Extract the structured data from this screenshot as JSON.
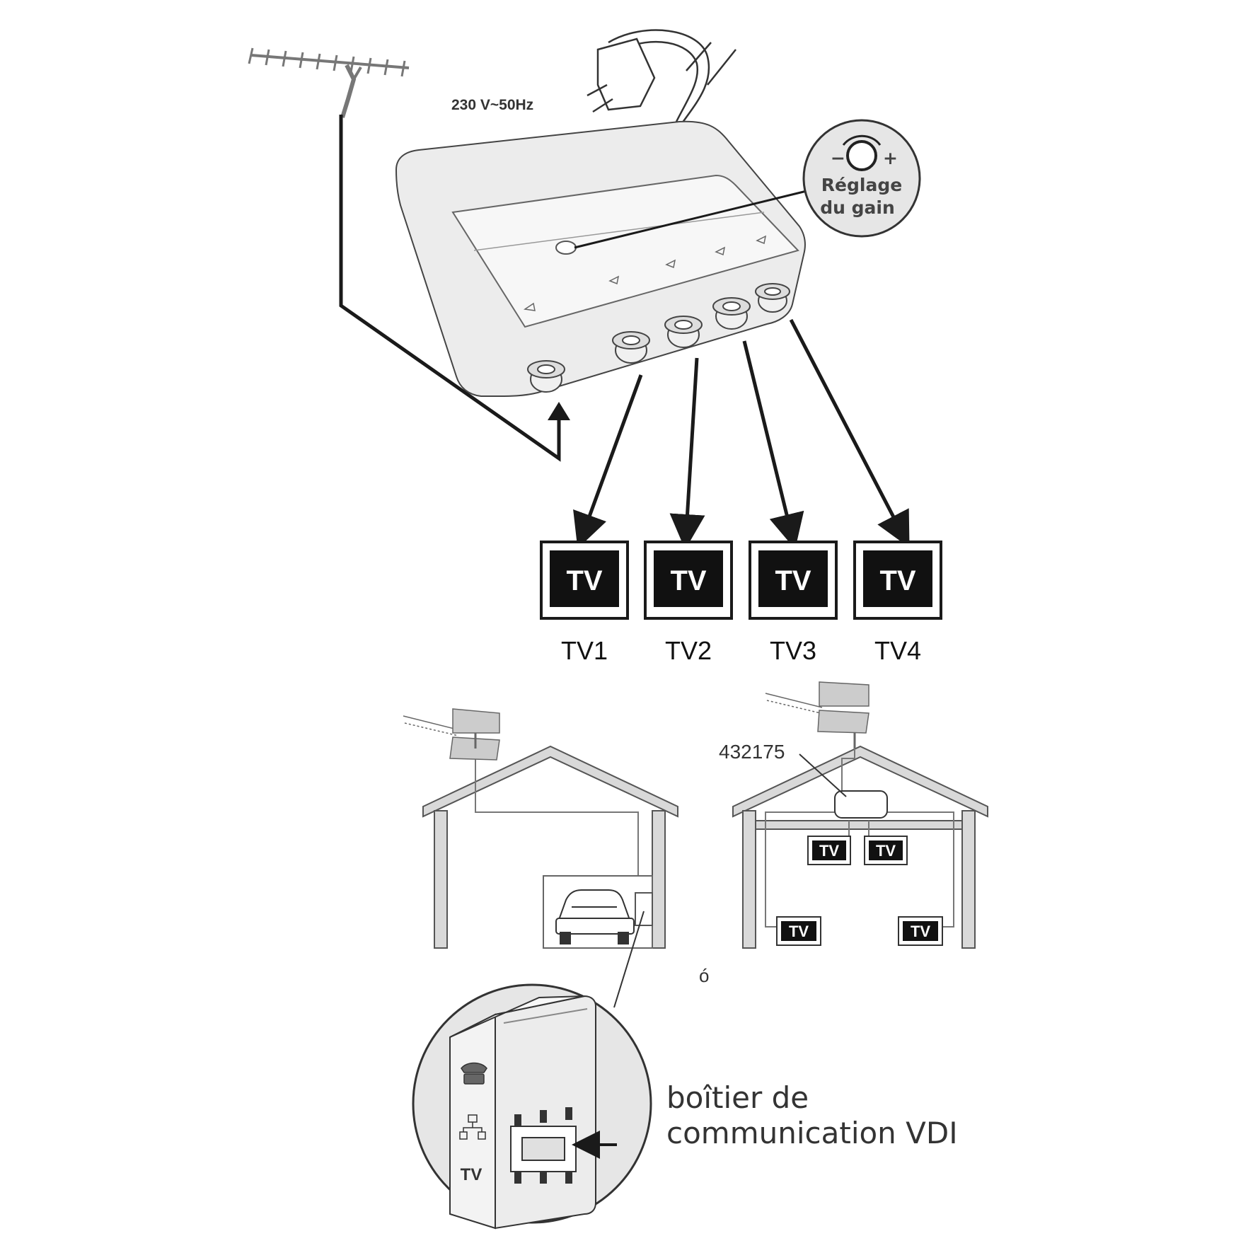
{
  "amplifier": {
    "voltage_label": "230 V~50Hz",
    "gain_label_line1": "Réglage",
    "gain_label_line2": "du gain",
    "gain_minus": "−",
    "gain_plus": "+"
  },
  "tv_outputs": [
    {
      "screen": "TV",
      "caption": "TV1"
    },
    {
      "screen": "TV",
      "caption": "TV2"
    },
    {
      "screen": "TV",
      "caption": "TV3"
    },
    {
      "screen": "TV",
      "caption": "TV4"
    }
  ],
  "house_right": {
    "reference": "432175",
    "tv_label": "TV"
  },
  "stray_mark": "ó",
  "vdi_box": {
    "caption_line1": "boîtier de",
    "caption_line2": "communication VDI",
    "tv_label": "TV"
  },
  "colors": {
    "line": "#1a1a1a",
    "box_fill": "#ececec",
    "panel_fill": "#f7f7f7",
    "tv_screen": "#111111",
    "circle_fill": "#e6e6e6"
  }
}
